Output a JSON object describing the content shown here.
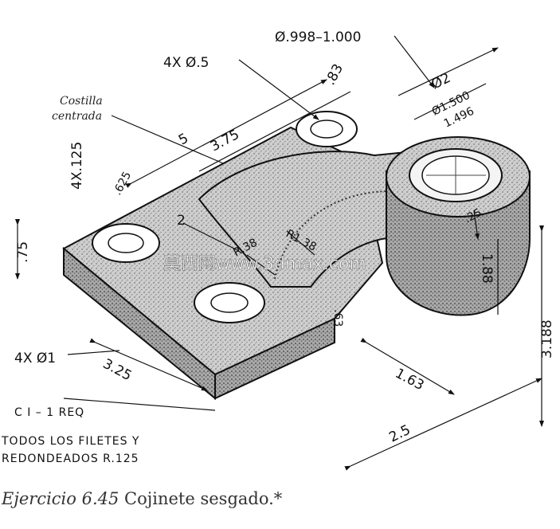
{
  "texts": {
    "hole_small": "4X Ø.5",
    "shaft_tol": "Ø.998–1.000",
    "dim_83": ".83",
    "dim_d2": "Ø2",
    "bore_tol_hi": "Ø1.500",
    "bore_tol_lo": "1.496",
    "rib_note_1": "Costilla",
    "rib_note_2": "centrada",
    "dim_5": "5",
    "dim_375": "3.75",
    "dim_4x125": "4X.125",
    "dim_625": ".625",
    "dim_2": "2",
    "dim_r38": "R.38",
    "dim_r138": "R1.38",
    "dim_25": ".25",
    "dim_188": "1.88",
    "dim_75": ".75",
    "dim_63": ".63",
    "dim_163": "1.63",
    "dim_3188": "3.188",
    "dim_325": "3.25",
    "dim_25b": "2.5",
    "hole_large": "4X Ø1",
    "part_id": "C I – 1 REQ",
    "fillet_note_1": "TODOS LOS FILETES Y",
    "fillet_note_2": "REDONDEADOS R.125",
    "watermark": "莫西网www.3dmax.com"
  },
  "caption": {
    "exercise": "Ejercicio 6.45",
    "title": "Cojinete sesgado.*"
  }
}
